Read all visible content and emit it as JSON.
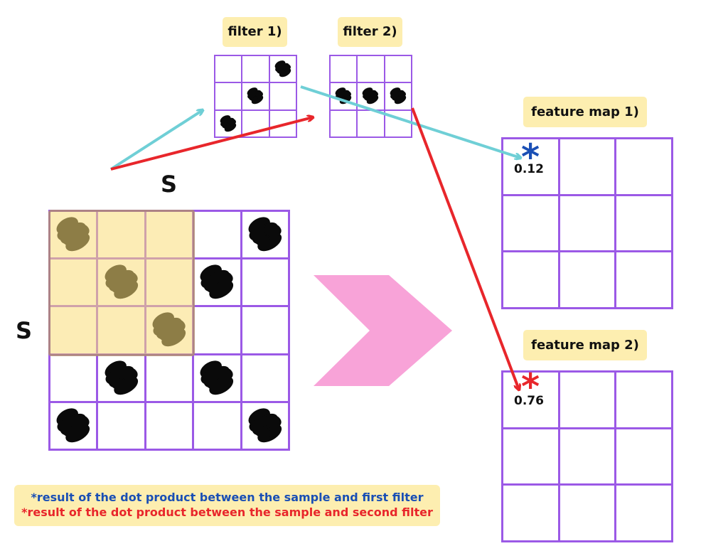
{
  "filters": [
    {
      "label": "filter 1)",
      "pattern": [
        [
          0,
          0,
          1
        ],
        [
          0,
          1,
          0
        ],
        [
          1,
          0,
          0
        ]
      ]
    },
    {
      "label": "filter 2)",
      "pattern": [
        [
          0,
          0,
          0
        ],
        [
          1,
          1,
          1
        ],
        [
          0,
          0,
          0
        ]
      ]
    }
  ],
  "sample": {
    "size_label": "S",
    "pattern": [
      [
        1,
        0,
        0,
        0,
        1
      ],
      [
        0,
        1,
        0,
        1,
        0
      ],
      [
        0,
        0,
        1,
        0,
        0
      ],
      [
        0,
        1,
        0,
        1,
        0
      ],
      [
        1,
        0,
        0,
        0,
        1
      ]
    ]
  },
  "feature_maps": [
    {
      "label": "feature map 1)",
      "star": "*",
      "value": "0.12",
      "star_color": "#1a4fb5"
    },
    {
      "label": "feature map 2)",
      "star": "*",
      "value": "0.76",
      "star_color": "#e8262b"
    }
  ],
  "notes": [
    {
      "text": "*result of the dot product between the sample and first filter",
      "color": "#1a4fb5"
    },
    {
      "text": "*result of the dot product between the sample and second filter",
      "color": "#e8262b"
    }
  ],
  "colors": {
    "grid": "#9b59e6",
    "highlight": "#fdeeb0",
    "arrow_filter1": "#6fcfd6",
    "arrow_filter2": "#e8262b",
    "chevron": "#f8a3d8"
  }
}
